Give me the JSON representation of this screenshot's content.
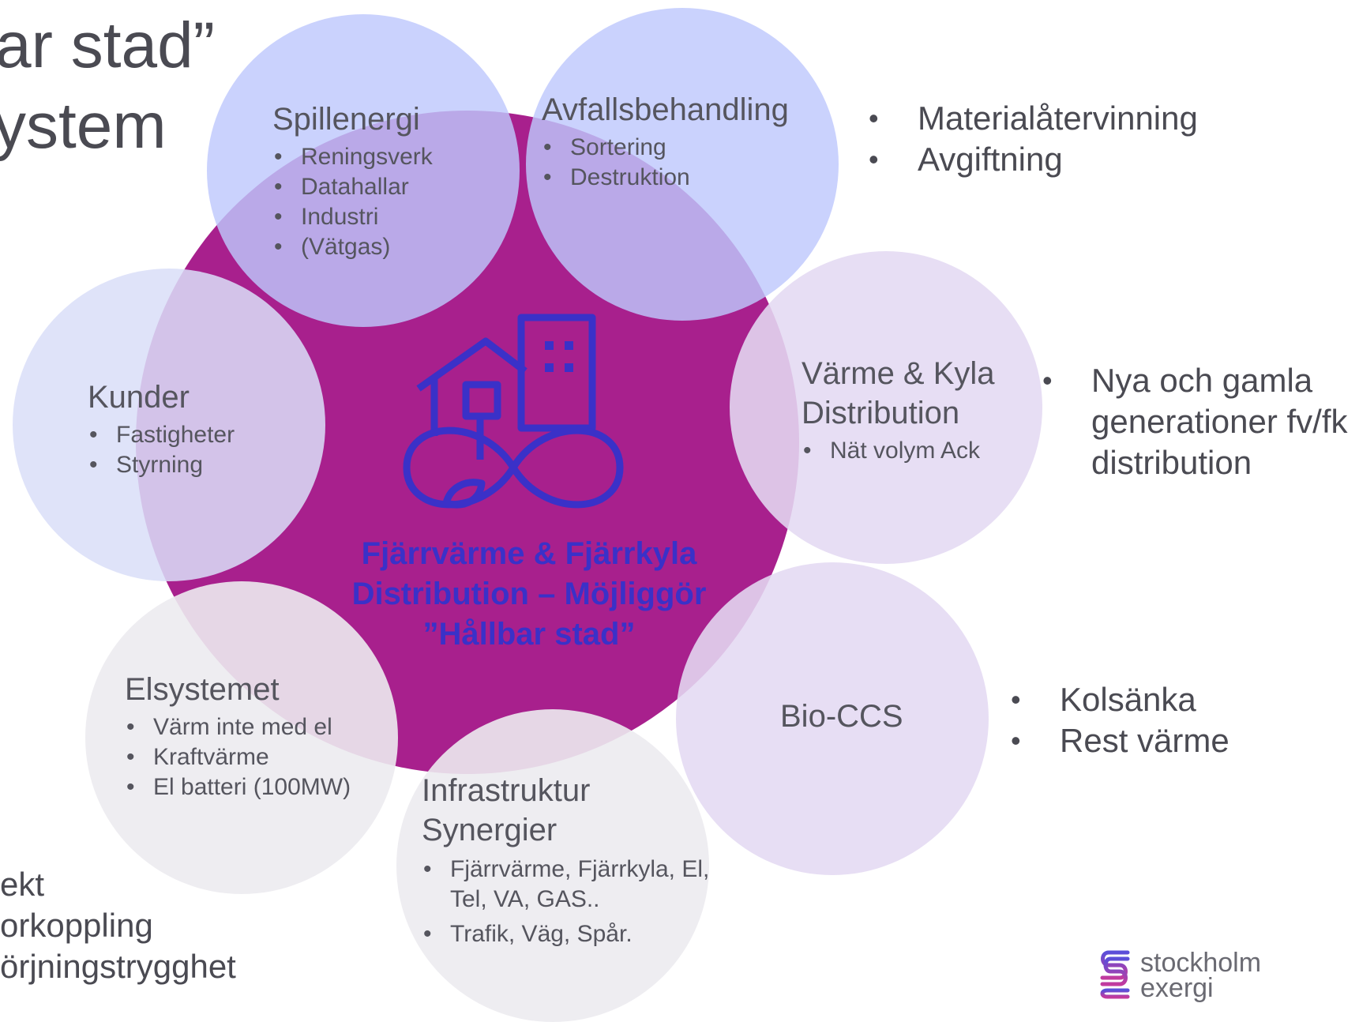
{
  "title_fragment": [
    "ar stad”",
    "ystem"
  ],
  "center": {
    "lines": [
      "Fjärrvärme & Fjärrkyla",
      "Distribution – Möjliggör",
      "”Hållbar stad”"
    ],
    "icon": "city-infinity-leaf-icon"
  },
  "circles": [
    {
      "id": "spillenergi",
      "title": "Spillenergi",
      "items": [
        "Reningsverk",
        "Datahallar",
        "Industri",
        "(Vätgas)"
      ]
    },
    {
      "id": "avfall",
      "title": "Avfallsbehandling",
      "items": [
        "Sortering",
        "Destruktion"
      ]
    },
    {
      "id": "varme-kyla",
      "title_lines": [
        "Värme & Kyla",
        "Distribution"
      ],
      "items": [
        "Nät volym Ack"
      ]
    },
    {
      "id": "biocss",
      "title": "Bio-CCS",
      "items": []
    },
    {
      "id": "infrastruktur",
      "title_lines": [
        "Infrastruktur",
        "Synergier"
      ],
      "items": [
        "Fjärrvärme, Fjärrkyla, El, Tel, VA, GAS..",
        "Trafik, Väg, Spår."
      ]
    },
    {
      "id": "elsystemet",
      "title": "Elsystemet",
      "items": [
        "Värm inte med el",
        "Kraftvärme",
        "El batteri (100MW)"
      ]
    },
    {
      "id": "kunder",
      "title": "Kunder",
      "items": [
        "Fastigheter",
        "Styrning"
      ]
    }
  ],
  "side_notes": {
    "avfall": [
      "Materialåtervinning",
      "Avgiftning"
    ],
    "varme_kyla": [
      "Nya och gamla generationer fv/fk  distribution"
    ],
    "biocss": [
      "Kolsänka",
      "Rest värme"
    ],
    "left_bottom": [
      "ekt",
      "orkoppling",
      "örjningstrygghet"
    ]
  },
  "logo": {
    "line1": "stockholm",
    "line2": "exergi",
    "icon": "stockholm-exergi-logo-icon"
  },
  "colors": {
    "center": "#a8208d",
    "blue_circle": "#c3cbfb",
    "lavender_circle": "#e4dcf2",
    "grey_circle": "#ececef",
    "center_text": "#3a31c8"
  }
}
